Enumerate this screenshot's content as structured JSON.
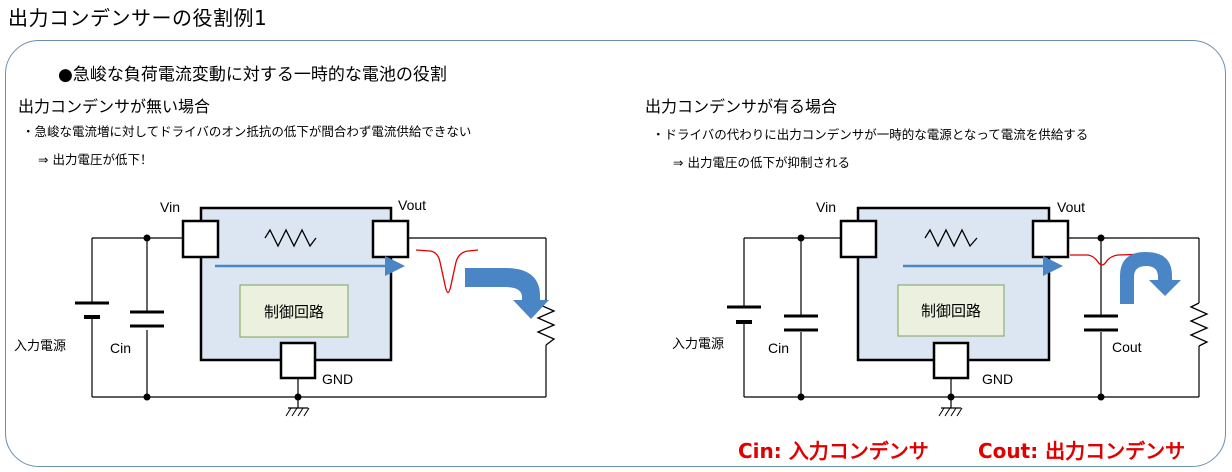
{
  "page_title": "出力コンデンサーの役割例1",
  "headline": "●急峻な負荷電流変動に対する一時的な電池の役割",
  "left": {
    "subtitle": "出力コンデンサが無い場合",
    "bullet": "・急峻な電流増に対してドライバのオン抵抗の低下が間合わず電流供給できない",
    "result": "⇒ 出力電圧が低下！"
  },
  "right": {
    "subtitle": "出力コンデンサが有る場合",
    "bullet": "・ドライバの代わりに出力コンデンサが一時的な電源となって電流を供給する",
    "result": "⇒ 出力電圧の低下が抑制される"
  },
  "circuit_labels": {
    "vin": "Vin",
    "vout": "Vout",
    "gnd": "GND",
    "cin": "Cin",
    "cout": "Cout",
    "input_power": "入力電源",
    "control": "制御回路"
  },
  "legend": {
    "cin": "Cin: 入力コンデンサ",
    "cout": "Cout: 出力コンデンサ"
  },
  "colors": {
    "ic_fill": "#dce6f2",
    "control_fill": "#ebf1de",
    "arrow_blue": "#4a86c5",
    "waveform_red": "#e00000",
    "panel_border": "#6b8fb0"
  }
}
